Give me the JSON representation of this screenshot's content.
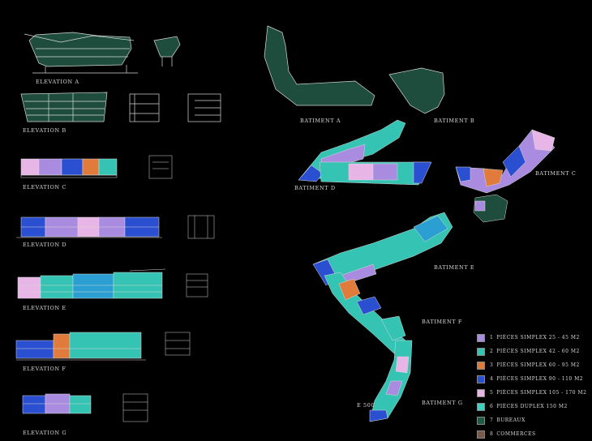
{
  "elevations": [
    {
      "label": "ELEVATION A"
    },
    {
      "label": "ELEVATION B"
    },
    {
      "label": "ELEVATION C"
    },
    {
      "label": "ELEVATION D"
    },
    {
      "label": "ELEVATION E"
    },
    {
      "label": "ELEVATION F"
    },
    {
      "label": "ELEVATION G"
    }
  ],
  "buildings": {
    "a": "BATIMENT A",
    "b": "BATIMENT B",
    "c": "BATIMENT C",
    "d": "BATIMENT D",
    "e": "BATIMENT E",
    "f": "BATIMENT F",
    "g": "BATIMENT G"
  },
  "scale": "E 500",
  "colors": {
    "p1": "#a98be0",
    "p2": "#35c3b3",
    "p3": "#e07b3c",
    "p4": "#2b4fd1",
    "p5": "#e8b6e6",
    "p6": "#3ed0c0",
    "bureaux": "#1f5c44",
    "commerces": "#7a5a4a",
    "stroke": "#d8d8d8"
  },
  "legend": [
    {
      "num": "1",
      "text": "PIÈCES   SIMPLEX   25 - 45 M2",
      "color": "#a98be0"
    },
    {
      "num": "2",
      "text": "PIÈCES   SIMPLEX   42 - 60 M2",
      "color": "#35c3b3"
    },
    {
      "num": "3",
      "text": "PIÈCES   SIMPLEX   60 - 95 M2",
      "color": "#e07b3c"
    },
    {
      "num": "4",
      "text": "PIÈCES   SIMPLEX   90 - 110 M2",
      "color": "#2b4fd1"
    },
    {
      "num": "5",
      "text": "PIÈCES   SIMPLEX   105 - 170 M2",
      "color": "#e8b6e6"
    },
    {
      "num": "6",
      "text": "PIÈCES   DUPLEX   150 M2",
      "color": "#3ed0c0"
    },
    {
      "num": "7",
      "text": "BUREAUX",
      "color": "#1f5c44"
    },
    {
      "num": "8",
      "text": "COMMERCES",
      "color": "#7a5a4a"
    }
  ]
}
